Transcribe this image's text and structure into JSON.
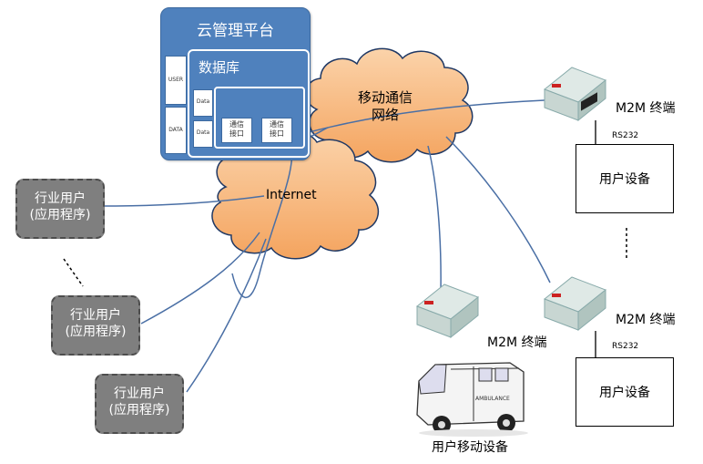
{
  "platform": {
    "title": "云管理平台",
    "side_labels": [
      "USER",
      "DATA"
    ],
    "database": {
      "title": "数据库",
      "data_labels": [
        "Data",
        "Data"
      ],
      "comm_ports": [
        "通信\n接口",
        "通信\n接口"
      ]
    }
  },
  "clouds": {
    "mobile": "移动通信\n网络",
    "internet": "Internet"
  },
  "users": [
    {
      "label": "行业用户\n(应用程序)"
    },
    {
      "label": "行业用户\n(应用程序)"
    },
    {
      "label": "行业用户\n(应用程序)"
    }
  ],
  "terminals": {
    "top_label": "M2M 终端",
    "bottom_label": "M2M 终端",
    "vehicle_label": "M2M 终端",
    "rs232_top": "RS232",
    "rs232_bottom": "RS232"
  },
  "devices": {
    "top": "用户设备",
    "bottom": "用户设备",
    "mobile_caption": "用户移动设备"
  },
  "ambulance_text": "AMBULANCE",
  "colors": {
    "platform_blue": "#4f81bd",
    "cloud_fill": "#f8b77e",
    "cloud_stroke": "#1f3864",
    "user_gray": "#7f7f7f",
    "link_blue": "#4a6fa5"
  }
}
